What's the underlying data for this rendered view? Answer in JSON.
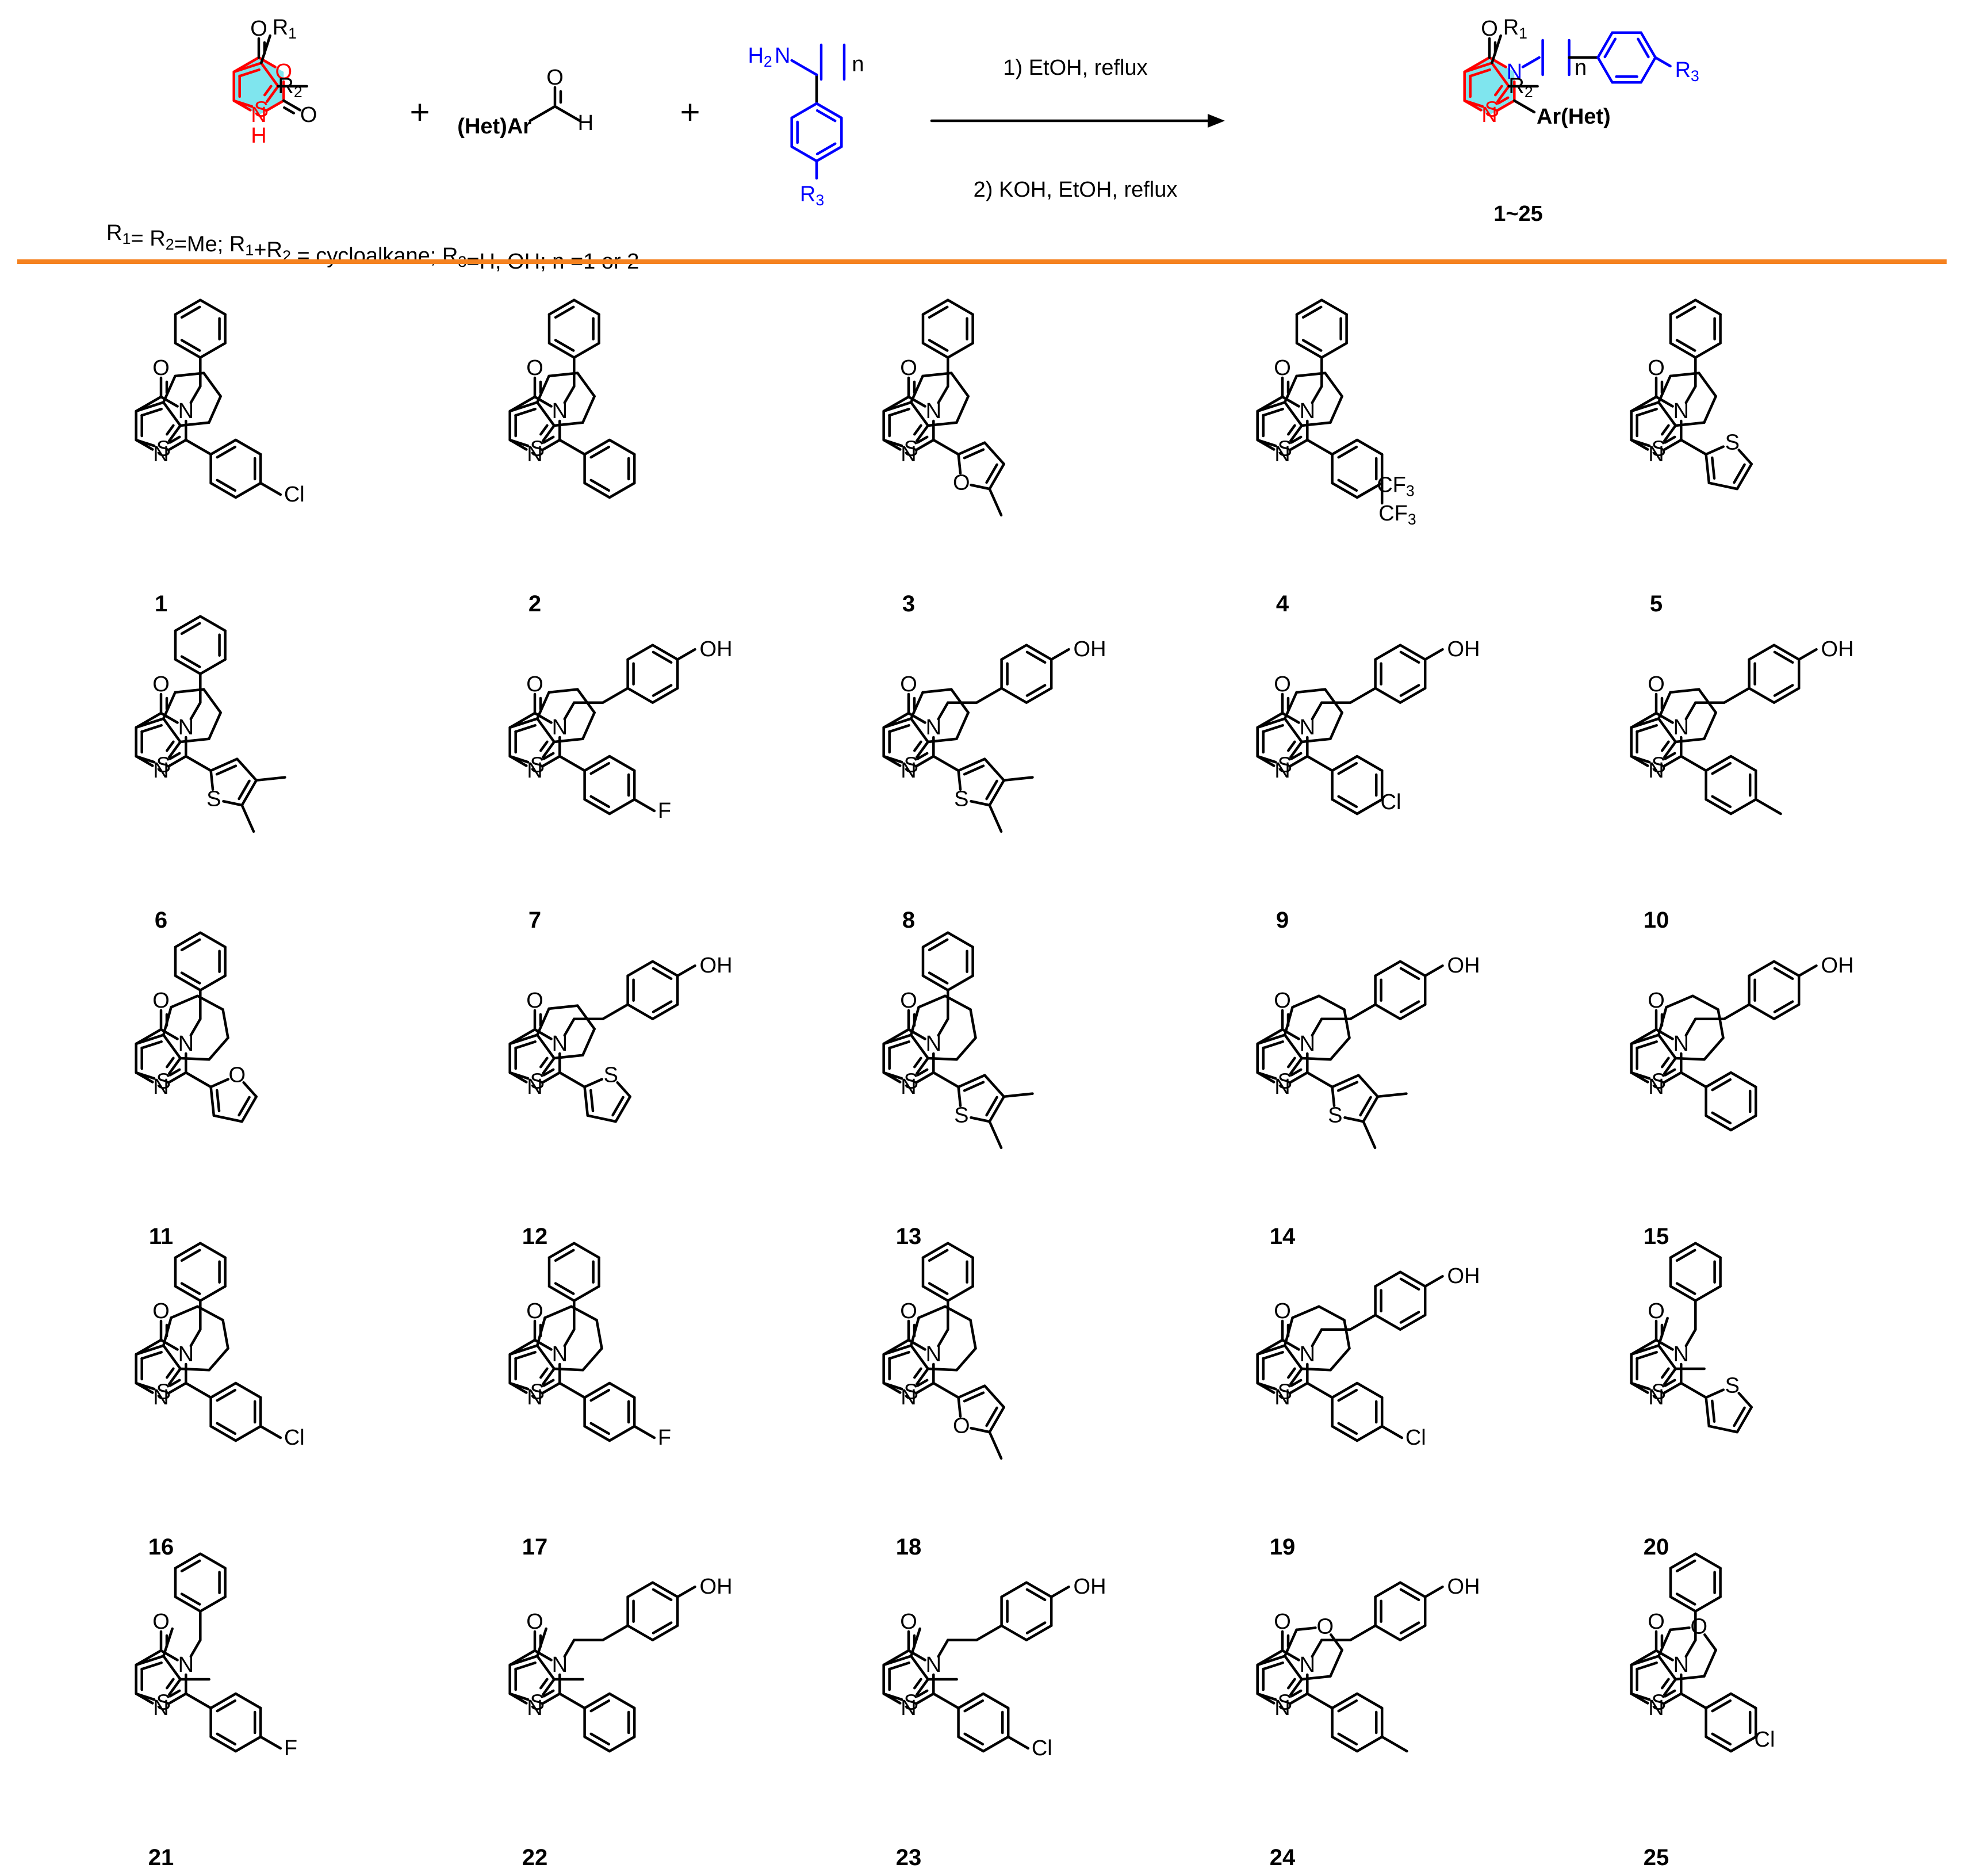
{
  "reaction": {
    "reactant_labels": {
      "r1": "R1",
      "r2": "R2",
      "s": "S",
      "o": "O",
      "nh": "N",
      "h": "H"
    },
    "aldehyde": {
      "label": "(Het)Ar",
      "o": "O",
      "h": "H"
    },
    "amine": {
      "nh2": "H2N",
      "n": "n",
      "r3": "R3"
    },
    "conditions": [
      "1) EtOH, reflux",
      "2) KOH, EtOH, reflux"
    ],
    "product": {
      "r1": "R1",
      "r2": "R2",
      "n": "n",
      "r3": "R3",
      "ar": "Ar(Het)",
      "range": "1~25"
    },
    "substituent_note": "R1= R2=Me; R1+R2 = cycloalkane; R3=H, OH; n =1 or 2",
    "plus": "+"
  },
  "colors": {
    "thiophene": "#ff0000",
    "pyrimidine_fill": "#7fe5ee",
    "amine": "#0000ff",
    "divider": "#f58220",
    "bonds": "#000000"
  },
  "compounds": [
    {
      "id": "1",
      "ring": "cyclohexane",
      "chain": "benzyl",
      "aryl": "4-chlorophenyl",
      "atoms": {
        "o": "O",
        "n": "N",
        "s": "S",
        "sub": "Cl"
      }
    },
    {
      "id": "2",
      "ring": "cyclohexane",
      "chain": "benzyl",
      "aryl": "phenyl",
      "atoms": {
        "o": "O",
        "n": "N",
        "s": "S"
      }
    },
    {
      "id": "3",
      "ring": "cyclohexane",
      "chain": "benzyl",
      "aryl": "5-methylfuran-2-yl",
      "atoms": {
        "o": "O",
        "n": "N",
        "s": "S",
        "het": "O"
      }
    },
    {
      "id": "4",
      "ring": "cyclohexane",
      "chain": "benzyl",
      "aryl": "3,4-bis(trifluoromethyl)phenyl",
      "atoms": {
        "o": "O",
        "n": "N",
        "s": "S",
        "sub1": "CF3",
        "sub2": "CF3"
      }
    },
    {
      "id": "5",
      "ring": "cyclohexane",
      "chain": "benzyl",
      "aryl": "thiophen-2-yl",
      "atoms": {
        "o": "O",
        "n": "N",
        "s": "S",
        "het": "S"
      }
    },
    {
      "id": "6",
      "ring": "cyclohexane",
      "chain": "benzyl",
      "aryl": "4,5-dimethylthiophen-2-yl",
      "atoms": {
        "o": "O",
        "n": "N",
        "s": "S",
        "het": "S"
      }
    },
    {
      "id": "7",
      "ring": "cyclohexane",
      "chain": "hydroxyphenethyl",
      "aryl": "4-fluorophenyl",
      "atoms": {
        "o": "O",
        "n": "N",
        "s": "S",
        "oh": "OH",
        "sub": "F"
      }
    },
    {
      "id": "8",
      "ring": "cyclohexane",
      "chain": "hydroxyphenethyl",
      "aryl": "4,5-dimethylthiophen-2-yl",
      "atoms": {
        "o": "O",
        "n": "N",
        "s": "S",
        "oh": "OH",
        "het": "S"
      }
    },
    {
      "id": "9",
      "ring": "cyclohexane",
      "chain": "hydroxyphenethyl",
      "aryl": "3-chlorophenyl",
      "atoms": {
        "o": "O",
        "n": "N",
        "s": "S",
        "oh": "OH",
        "sub": "Cl"
      }
    },
    {
      "id": "10",
      "ring": "cyclohexane",
      "chain": "hydroxyphenethyl",
      "aryl": "4-methylphenyl",
      "atoms": {
        "o": "O",
        "n": "N",
        "s": "S",
        "oh": "OH"
      }
    },
    {
      "id": "11",
      "ring": "cycloheptane",
      "chain": "benzyl",
      "aryl": "furan-2-yl",
      "atoms": {
        "o": "O",
        "n": "N",
        "s": "S",
        "het": "O"
      }
    },
    {
      "id": "12",
      "ring": "cyclohexane",
      "chain": "hydroxyphenethyl",
      "aryl": "thiophen-2-yl",
      "atoms": {
        "o": "O",
        "n": "N",
        "s": "S",
        "oh": "OH",
        "het": "S"
      }
    },
    {
      "id": "13",
      "ring": "cycloheptane",
      "chain": "benzyl",
      "aryl": "4,5-dimethylthiophen-2-yl",
      "atoms": {
        "o": "O",
        "n": "N",
        "s": "S",
        "het": "S"
      }
    },
    {
      "id": "14",
      "ring": "cycloheptane",
      "chain": "hydroxyphenethyl",
      "aryl": "4,5-dimethylthiophen-2-yl",
      "atoms": {
        "o": "O",
        "n": "N",
        "s": "S",
        "oh": "OH",
        "het": "S"
      }
    },
    {
      "id": "15",
      "ring": "cycloheptane",
      "chain": "hydroxyphenethyl",
      "aryl": "phenyl",
      "atoms": {
        "o": "O",
        "n": "N",
        "s": "S",
        "oh": "OH"
      }
    },
    {
      "id": "16",
      "ring": "cycloheptane",
      "chain": "benzyl",
      "aryl": "4-chlorophenyl",
      "atoms": {
        "o": "O",
        "n": "N",
        "s": "S",
        "sub": "Cl"
      }
    },
    {
      "id": "17",
      "ring": "cycloheptane",
      "chain": "benzyl",
      "aryl": "4-fluorophenyl",
      "atoms": {
        "o": "O",
        "n": "N",
        "s": "S",
        "sub": "F"
      }
    },
    {
      "id": "18",
      "ring": "cycloheptane",
      "chain": "benzyl",
      "aryl": "5-methylfuran-2-yl",
      "atoms": {
        "o": "O",
        "n": "N",
        "s": "S",
        "het": "O"
      }
    },
    {
      "id": "19",
      "ring": "cycloheptane",
      "chain": "hydroxyphenethyl",
      "aryl": "4-chlorophenyl",
      "atoms": {
        "o": "O",
        "n": "N",
        "s": "S",
        "oh": "OH",
        "sub": "Cl"
      }
    },
    {
      "id": "20",
      "ring": "dimethyl",
      "chain": "benzyl",
      "aryl": "thiophen-2-yl",
      "atoms": {
        "o": "O",
        "n": "N",
        "s": "S",
        "het": "S"
      }
    },
    {
      "id": "21",
      "ring": "dimethyl",
      "chain": "benzyl",
      "aryl": "4-fluorophenyl",
      "atoms": {
        "o": "O",
        "n": "N",
        "s": "S",
        "sub": "F"
      }
    },
    {
      "id": "22",
      "ring": "dimethyl",
      "chain": "hydroxyphenethyl",
      "aryl": "phenyl",
      "atoms": {
        "o": "O",
        "n": "N",
        "s": "S",
        "oh": "OH"
      }
    },
    {
      "id": "23",
      "ring": "dimethyl",
      "chain": "hydroxyphenethyl",
      "aryl": "4-chlorophenyl",
      "atoms": {
        "o": "O",
        "n": "N",
        "s": "S",
        "oh": "OH",
        "sub": "Cl"
      }
    },
    {
      "id": "24",
      "ring": "pyran",
      "chain": "hydroxyphenethyl",
      "aryl": "4-methylphenyl",
      "atoms": {
        "o": "O",
        "n": "N",
        "s": "S",
        "oh": "OH",
        "ringo": "O"
      }
    },
    {
      "id": "25",
      "ring": "pyran",
      "chain": "benzyl",
      "aryl": "3-chlorophenyl",
      "atoms": {
        "o": "O",
        "n": "N",
        "s": "S",
        "sub": "Cl",
        "ringo": "O"
      }
    }
  ]
}
